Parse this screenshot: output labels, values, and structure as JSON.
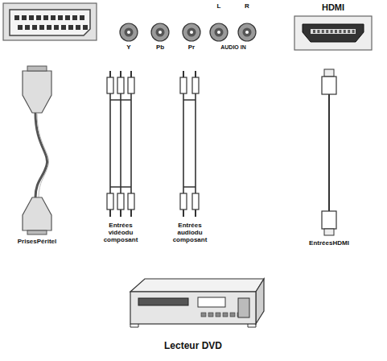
{
  "diagram": {
    "nodes": [
      {
        "text": [
          "Lecteur DVD"
        ]
      }
    ],
    "labels": [
      "L",
      "R",
      "HDMI",
      "Y",
      "Pb",
      "Pr",
      "AUDIO IN",
      "PrisesPéritel",
      "Entrées vidéodu composant",
      "Entrées audiodu composant",
      "EntréesHDMI"
    ]
  }
}
